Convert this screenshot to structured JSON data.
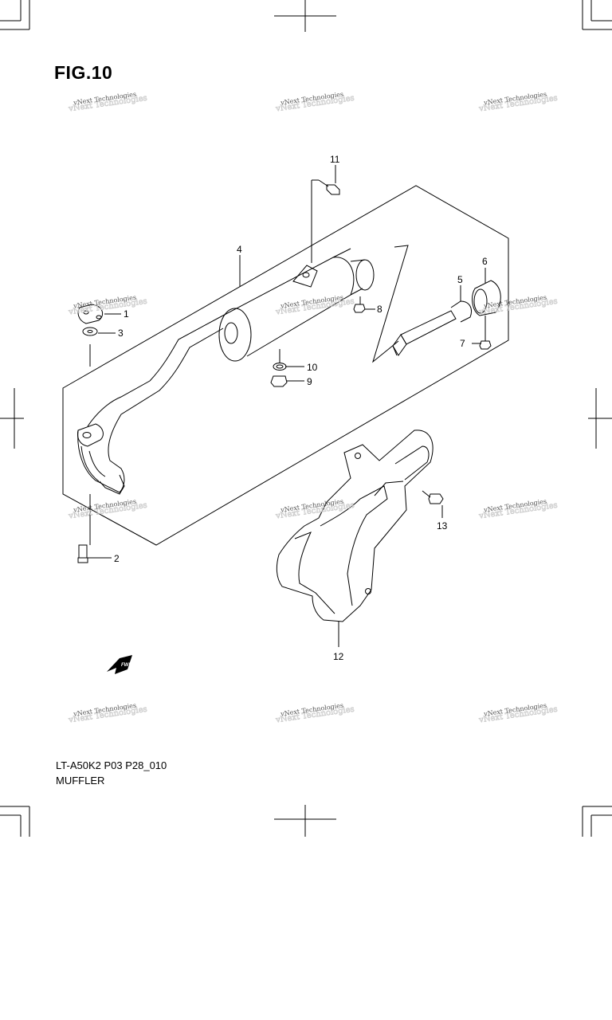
{
  "figure": {
    "title": "FIG.10",
    "code": "LT-A50K2 P03 P28_010",
    "name": "MUFFLER"
  },
  "watermark": {
    "text": "vNext Technologies"
  },
  "fwd_label": "FWD",
  "callouts": [
    {
      "id": "1",
      "label": "1"
    },
    {
      "id": "2",
      "label": "2"
    },
    {
      "id": "3",
      "label": "3"
    },
    {
      "id": "4",
      "label": "4"
    },
    {
      "id": "5",
      "label": "5"
    },
    {
      "id": "6",
      "label": "6"
    },
    {
      "id": "7",
      "label": "7"
    },
    {
      "id": "8",
      "label": "8"
    },
    {
      "id": "9",
      "label": "9"
    },
    {
      "id": "10",
      "label": "10"
    },
    {
      "id": "11",
      "label": "11"
    },
    {
      "id": "12",
      "label": "12"
    },
    {
      "id": "13",
      "label": "13"
    }
  ]
}
